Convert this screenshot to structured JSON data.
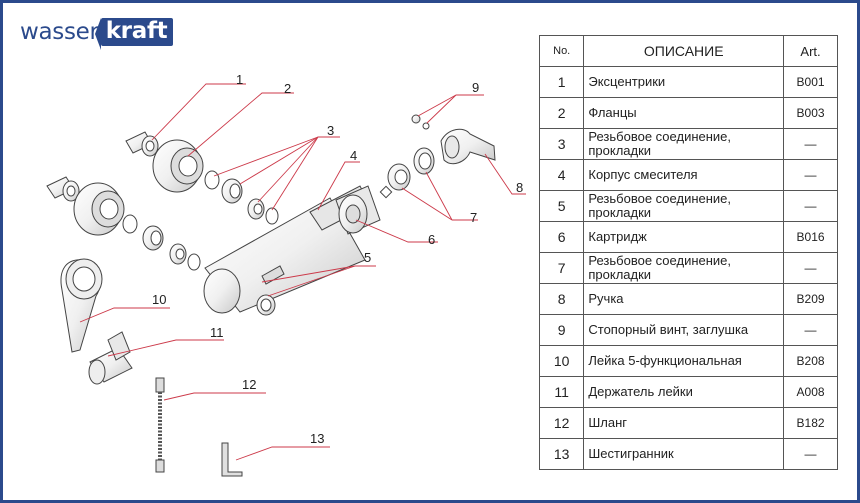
{
  "brand": {
    "part1": "wasser",
    "part2": "kraft"
  },
  "table": {
    "headers": {
      "no": "No.",
      "description": "ОПИСАНИЕ",
      "art": "Art."
    },
    "rows": [
      {
        "no": "1",
        "description": "Эксцентрики",
        "art": "B001"
      },
      {
        "no": "2",
        "description": "Фланцы",
        "art": "B003"
      },
      {
        "no": "3",
        "description": "Резьбовое соединение, прокладки",
        "art": "—"
      },
      {
        "no": "4",
        "description": "Корпус смесителя",
        "art": "—"
      },
      {
        "no": "5",
        "description": "Резьбовое соединение, прокладки",
        "art": "—"
      },
      {
        "no": "6",
        "description": "Картридж",
        "art": "B016"
      },
      {
        "no": "7",
        "description": "Резьбовое соединение, прокладки",
        "art": "—"
      },
      {
        "no": "8",
        "description": "Ручка",
        "art": "B209"
      },
      {
        "no": "9",
        "description": "Стопорный винт, заглушка",
        "art": "—"
      },
      {
        "no": "10",
        "description": "Лейка 5-функциональная",
        "art": "B208"
      },
      {
        "no": "11",
        "description": "Держатель лейки",
        "art": "A008"
      },
      {
        "no": "12",
        "description": "Шланг",
        "art": "B182"
      },
      {
        "no": "13",
        "description": "Шестигранник",
        "art": "—"
      }
    ]
  },
  "callouts": [
    "1",
    "2",
    "3",
    "4",
    "5",
    "6",
    "7",
    "8",
    "9",
    "10",
    "11",
    "12",
    "13"
  ],
  "colors": {
    "frame": "#2b4a8c",
    "leader": "#cc3a4a",
    "line": "#444444"
  }
}
